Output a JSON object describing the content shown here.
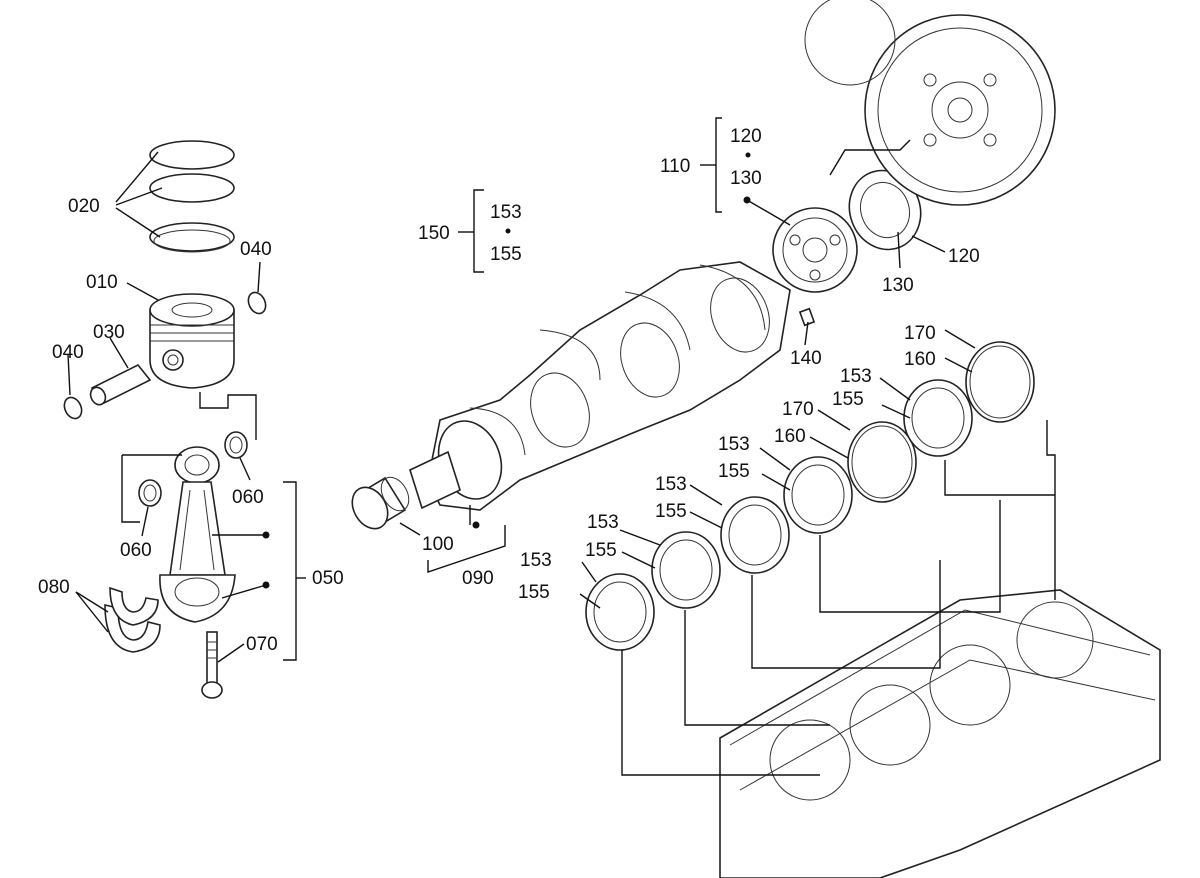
{
  "callouts": {
    "c020": "020",
    "c040a": "040",
    "c010": "010",
    "c030": "030",
    "c040b": "040",
    "c060a": "060",
    "c060b": "060",
    "c050": "050",
    "c080": "080",
    "c070": "070",
    "c100": "100",
    "c090": "090",
    "c150": "150",
    "c150_153": "153",
    "c150_155": "155",
    "c110": "110",
    "c110_120": "120",
    "c110_130": "130",
    "c120": "120",
    "c130": "130",
    "c140": "140",
    "c170a": "170",
    "c160a": "160",
    "c153a": "153",
    "c155a": "155",
    "c170b": "170",
    "c160b": "160",
    "c153b": "153",
    "c155b": "155",
    "c153c": "153",
    "c155c": "155",
    "c153d": "153",
    "c155d": "155",
    "c153e": "153",
    "c155e": "155"
  }
}
